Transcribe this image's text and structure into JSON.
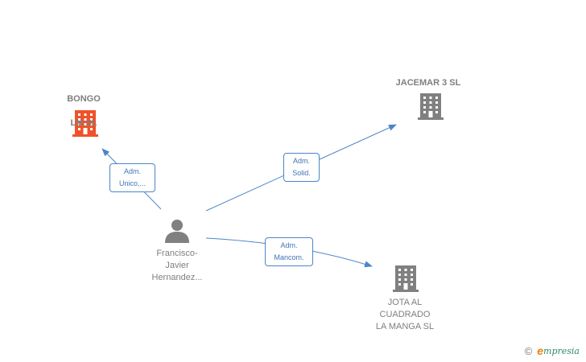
{
  "nodes": {
    "bongo": {
      "name_line1": "BONGO",
      "name_line2": "LM  SL",
      "icon": "building-icon",
      "color": "#f0522a"
    },
    "jacemar": {
      "name": "JACEMAR 3  SL",
      "icon": "building-icon",
      "color": "#808080"
    },
    "jota": {
      "name": "JOTA AL\nCUADRADO\nLA MANGA  SL",
      "icon": "building-icon",
      "color": "#808080"
    },
    "person": {
      "name": "Francisco-\nJavier\nHernandez...",
      "icon": "person-icon",
      "color": "#808080"
    }
  },
  "edges": {
    "to_bongo": {
      "line1": "Adm.",
      "line2": "Unico,..."
    },
    "to_jacemar": {
      "line1": "Adm.",
      "line2": "Solid."
    },
    "to_jota": {
      "line1": "Adm.",
      "line2": "Mancom."
    }
  },
  "colors": {
    "edge": "#4a86c8",
    "highlight_company": "#f0522a",
    "company": "#808080"
  },
  "watermark": {
    "copyright": "©",
    "brand_initial": "e",
    "brand_rest": "mpresia"
  }
}
